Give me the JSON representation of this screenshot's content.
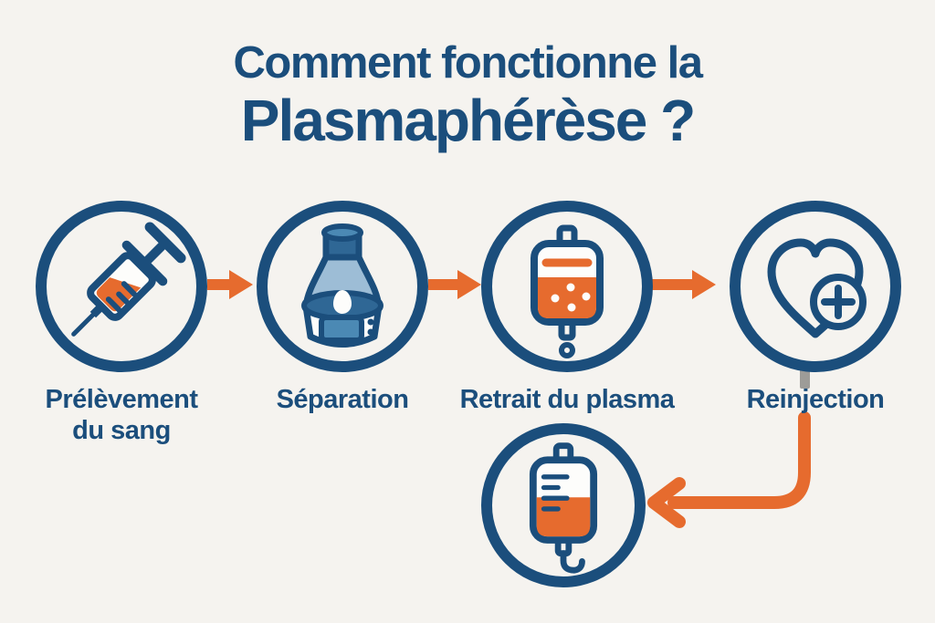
{
  "title": {
    "line1": "Comment fonctionne la",
    "line2": "Plasmaphérèse ?"
  },
  "steps": [
    {
      "label": "Prélèvement du sang",
      "icon": "syringe-icon"
    },
    {
      "label": "Séparation",
      "icon": "centrifuge-icon"
    },
    {
      "label": "Retrait du plasma",
      "icon": "plasma-bag-icon"
    },
    {
      "label": "Reinjection",
      "icon": "heart-plus-icon"
    }
  ],
  "final_step": {
    "icon": "iv-bag-icon"
  },
  "colors": {
    "navy": "#1b4e7c",
    "orange": "#e66b2e",
    "dome_blue": "#9dbdd6",
    "deep_blue": "#2f6795",
    "display_blue": "#4b89b4",
    "stub_gray": "#9d9c98",
    "bg": "#f5f3ef"
  }
}
